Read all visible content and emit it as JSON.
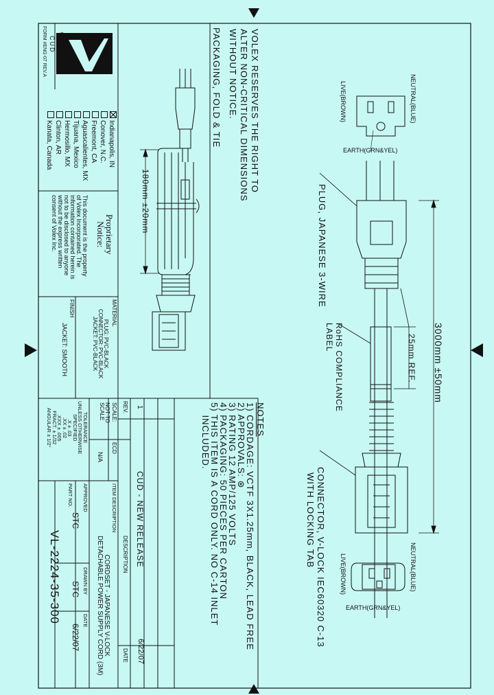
{
  "drawing": {
    "notice": [
      "VOLEX RESERVES THE RIGHT TO",
      "ALTER NON-CRITICAL DIMENSIONS",
      "WITHOUT NOTICE."
    ],
    "packaging_label": "PACKAGING, FOLD & TIE",
    "plug_label": "PLUG, JAPANESE 3-WIRE",
    "connector_label": [
      "CONNECTOR, V-LOCK IEC60320 C-13",
      "WITH LOCKING TAB"
    ],
    "rohs_label": [
      "RoHS COMPLIANCE",
      "LABEL"
    ],
    "dim_overall": "3000mm ±50mm",
    "dim_ref": "25mm REF.",
    "dim_fold": "180mm ±20mm",
    "plug_face": {
      "neutral": "NEUTRAL(BLUE)",
      "live": "LIVE(BROWN)",
      "earth": "EARTH(GRN&YEL)"
    },
    "conn_face": {
      "neutral": "NEUTRAL(BLUE)",
      "live": "LIVE(BROWN)",
      "earth": "EARTH(GRN&YEL)"
    }
  },
  "notes": {
    "heading": "NOTES",
    "items": [
      "1) CORDAGE: VCTF 3X1.25mm, BLACK, LEAD FREE",
      "2) APPROVALS: ⊛",
      "3) RATING 12 AMP/125 VOLTS",
      "4) PACKAGING: 50 PIECES PER CARTON",
      "5) THIS ITEM IS A CORD ONLY. NO C-14 INLET",
      "    INCLUDED."
    ]
  },
  "company": {
    "logo_text": "Volex",
    "logo_sub": "CUD",
    "form_no": "FORM #ENG-07 REV.A",
    "locations": [
      {
        "label": "Indianapolis, IN",
        "checked": true
      },
      {
        "label": "Conover, N.C.",
        "checked": false
      },
      {
        "label": "Freemont, CA",
        "checked": false
      },
      {
        "label": "Aguascalientes, MX",
        "checked": false
      },
      {
        "label": "Tijuana, Mexico",
        "checked": false
      },
      {
        "label": "Hermosillo, MX",
        "checked": false
      },
      {
        "label": "Clinton, AR",
        "checked": false
      },
      {
        "label": "Kanata, Canada",
        "checked": false
      }
    ]
  },
  "proprietary": {
    "title": [
      "Proprietary",
      "Notice:"
    ],
    "body": [
      "This document is the property",
      "of Volex Incorporated. The",
      "information contained herein is",
      "not to be disclosed to anyone",
      "without the express written",
      "consent of Volex Inc."
    ]
  },
  "material": {
    "heading": "MATERIAL",
    "lines": [
      "PLUG: PVC-BLACK",
      "CONNECTOR: PVC-BLACK",
      "JACKET: PVC-BLACK"
    ],
    "finish_heading": "FINISH",
    "finish": "JACKET: SMOOTH"
  },
  "revision": {
    "rev_header": "REV.",
    "ecd_header": "ECD",
    "desc_header": "DESCRIPTION",
    "date_header": "DATE",
    "rev": "1",
    "desc": "CUD - NEW RELEASE",
    "date": "6/22/07"
  },
  "titleblock": {
    "scale_label": "SCALE:",
    "scale_value": "NOT TO SCALE",
    "ecd_value": "N/A",
    "tolerance": [
      "TOLERANCE",
      "UNLESS OTHERWISE",
      "SPECIFIED",
      ".X ± .03",
      ".XX ± .02",
      ".XXX ± .005",
      "FRACT. ± 1/32",
      "ANGULAR ± 1/2°"
    ],
    "item_desc_label": "ITEM DESCRIPTION",
    "item_desc": [
      "CORDSET - JAPANESE V-LOCK",
      "DETACHABLE POWER SUPPLY CORD (3M)"
    ],
    "approved_label": "APPROVED",
    "approved": "STC",
    "drawn_label": "DRAWN BY",
    "drawn": "STC",
    "date_label": "DATE",
    "date": "6/22/07",
    "part_label": "PART NO.",
    "part_no": "VL-2224-35-300"
  }
}
